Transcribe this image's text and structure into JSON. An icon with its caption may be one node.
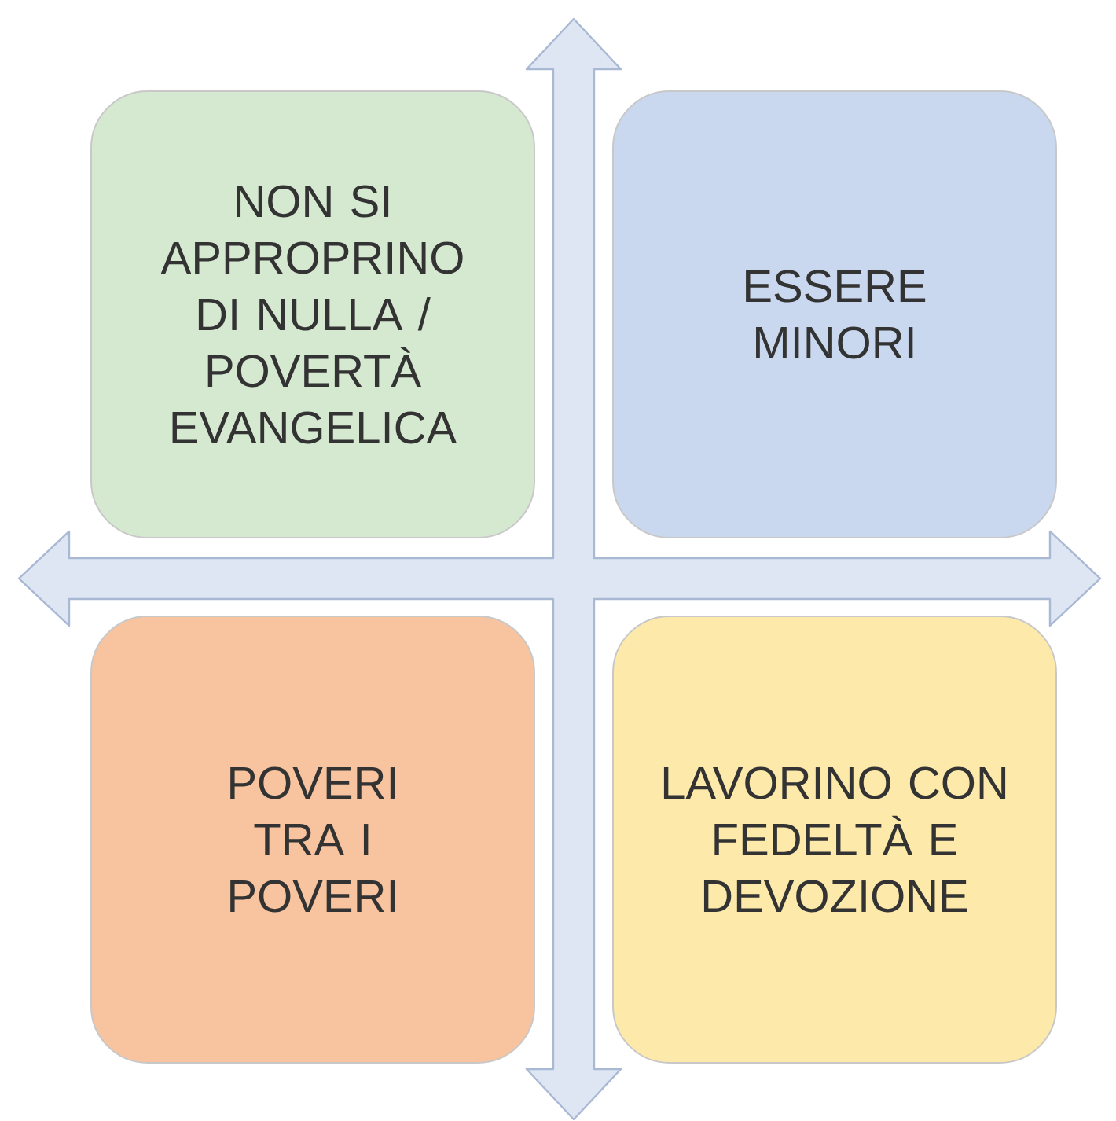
{
  "diagram": {
    "nodes": [
      {
        "text": [
          "NON SI APPROPRINO DI NULLA / POVERTÀ EVANGELICA"
        ]
      },
      {
        "text": [
          "ESSERE MINORI"
        ]
      },
      {
        "text": [
          "POVERI TRA I POVERI"
        ]
      },
      {
        "text": [
          "LAVORINO CON FEDELTÀ E DEVOZIONE"
        ]
      }
    ]
  }
}
